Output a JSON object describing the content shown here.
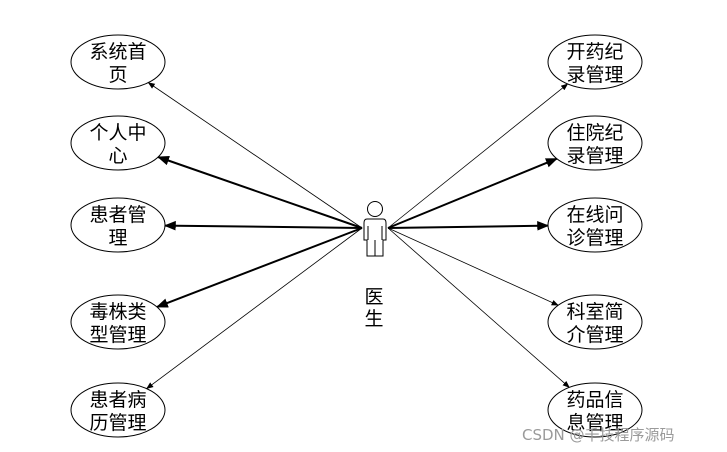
{
  "actor": {
    "label": "医\n生"
  },
  "left_use_cases": [
    {
      "line1": "系统首",
      "line2": "页",
      "edge": "thin"
    },
    {
      "line1": "个人中",
      "line2": "心",
      "edge": "bold"
    },
    {
      "line1": "患者管",
      "line2": "理",
      "edge": "bold"
    },
    {
      "line1": "毒株类",
      "line2": "型管理",
      "edge": "bold"
    },
    {
      "line1": "患者病",
      "line2": "历管理",
      "edge": "thin"
    }
  ],
  "right_use_cases": [
    {
      "line1": "开药纪",
      "line2": "录管理",
      "edge": "thin"
    },
    {
      "line1": "住院纪",
      "line2": "录管理",
      "edge": "bold"
    },
    {
      "line1": "在线问",
      "line2": "诊管理",
      "edge": "bold"
    },
    {
      "line1": "科室简",
      "line2": "介管理",
      "edge": "thin"
    },
    {
      "line1": "药品信",
      "line2": "息管理",
      "edge": "thin"
    }
  ],
  "watermark": "CSDN @千技程序源码",
  "colors": {
    "stroke": "#000000",
    "background": "#ffffff",
    "watermark": "#9a9a9a"
  }
}
